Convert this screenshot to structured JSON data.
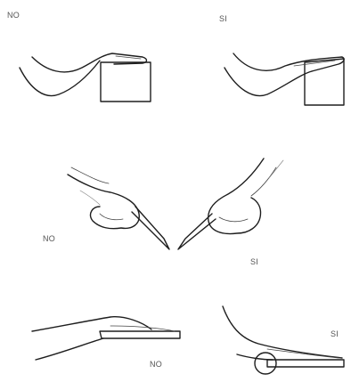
{
  "panels": [
    {
      "id": "hand-on-box",
      "left_label": "NO",
      "right_label": "SI"
    },
    {
      "id": "hand-with-tool",
      "left_label": "NO",
      "right_label": "SI"
    },
    {
      "id": "forearm-on-bar",
      "left_label": "NO",
      "right_label": "SI"
    }
  ]
}
